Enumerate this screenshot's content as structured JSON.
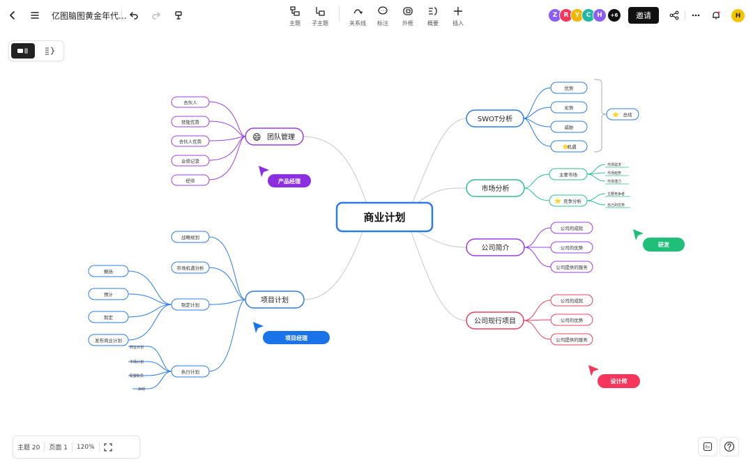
{
  "app": {
    "title": "亿图脑图黄金年代...",
    "invite_label": "邀请",
    "more_collaborators": "+6"
  },
  "toolbar": [
    {
      "label": "主题",
      "icon": "topic-icon"
    },
    {
      "label": "子主题",
      "icon": "subtopic-icon"
    },
    {
      "label": "关系线",
      "icon": "relation-line-icon"
    },
    {
      "label": "标注",
      "icon": "callout-icon"
    },
    {
      "label": "外框",
      "icon": "boundary-icon"
    },
    {
      "label": "概要",
      "icon": "summary-icon"
    },
    {
      "label": "插入",
      "icon": "insert-icon"
    }
  ],
  "collaborators": [
    {
      "letter": "Z",
      "color": "#8b5cf6"
    },
    {
      "letter": "R",
      "color": "#f5365c"
    },
    {
      "letter": "Y",
      "color": "#f2b705"
    },
    {
      "letter": "C",
      "color": "#22b8a6"
    },
    {
      "letter": "H",
      "color": "#8b5cf6"
    }
  ],
  "user_avatar": {
    "letter": "H",
    "color": "#f5c400"
  },
  "status": {
    "topics": "主题 20",
    "page": "页面 1",
    "zoom": "120%"
  },
  "mindmap": {
    "central": "商业计划",
    "team": {
      "title": "团队管理",
      "emoji": "😄",
      "children": [
        "合伙人",
        "技能优势",
        "合伙人优势",
        "业绩记录",
        "经验"
      ]
    },
    "swot": {
      "title": "SWOT分析",
      "children": [
        "优势",
        "劣势",
        "威胁",
        "机遇"
      ],
      "summary": "总结"
    },
    "market": {
      "title": "市场分析",
      "children": [
        {
          "label": "主要市场",
          "items": [
            "市场需求",
            "市场趋势",
            "市场潜力"
          ]
        },
        {
          "label": "竞争分析",
          "items": [
            "主要竞争者",
            "自己的优势"
          ]
        }
      ]
    },
    "company": {
      "title": "公司简介",
      "children": [
        "公司的成就",
        "公司的优势",
        "公司提供的服务"
      ]
    },
    "current": {
      "title": "公司现行项目",
      "children": [
        "公司的成就",
        "公司的优势",
        "公司提供的服务"
      ]
    },
    "project": {
      "title": "项目计划",
      "children": [
        "战略规划",
        "市场机遇分析",
        "制定计划",
        "执行计划"
      ],
      "plan_children": [
        "概括",
        "预计",
        "制定",
        "发布商业计划"
      ],
      "exec_children": [
        "商业计划",
        "市场计划",
        "配置职员",
        "启动"
      ]
    }
  },
  "cursors": [
    {
      "name": "产品经理",
      "color": "#8b2fe0"
    },
    {
      "name": "项目经理",
      "color": "#1a73e8"
    },
    {
      "name": "研发",
      "color": "#1fbf7a"
    },
    {
      "name": "设计师",
      "color": "#f5365c"
    }
  ]
}
